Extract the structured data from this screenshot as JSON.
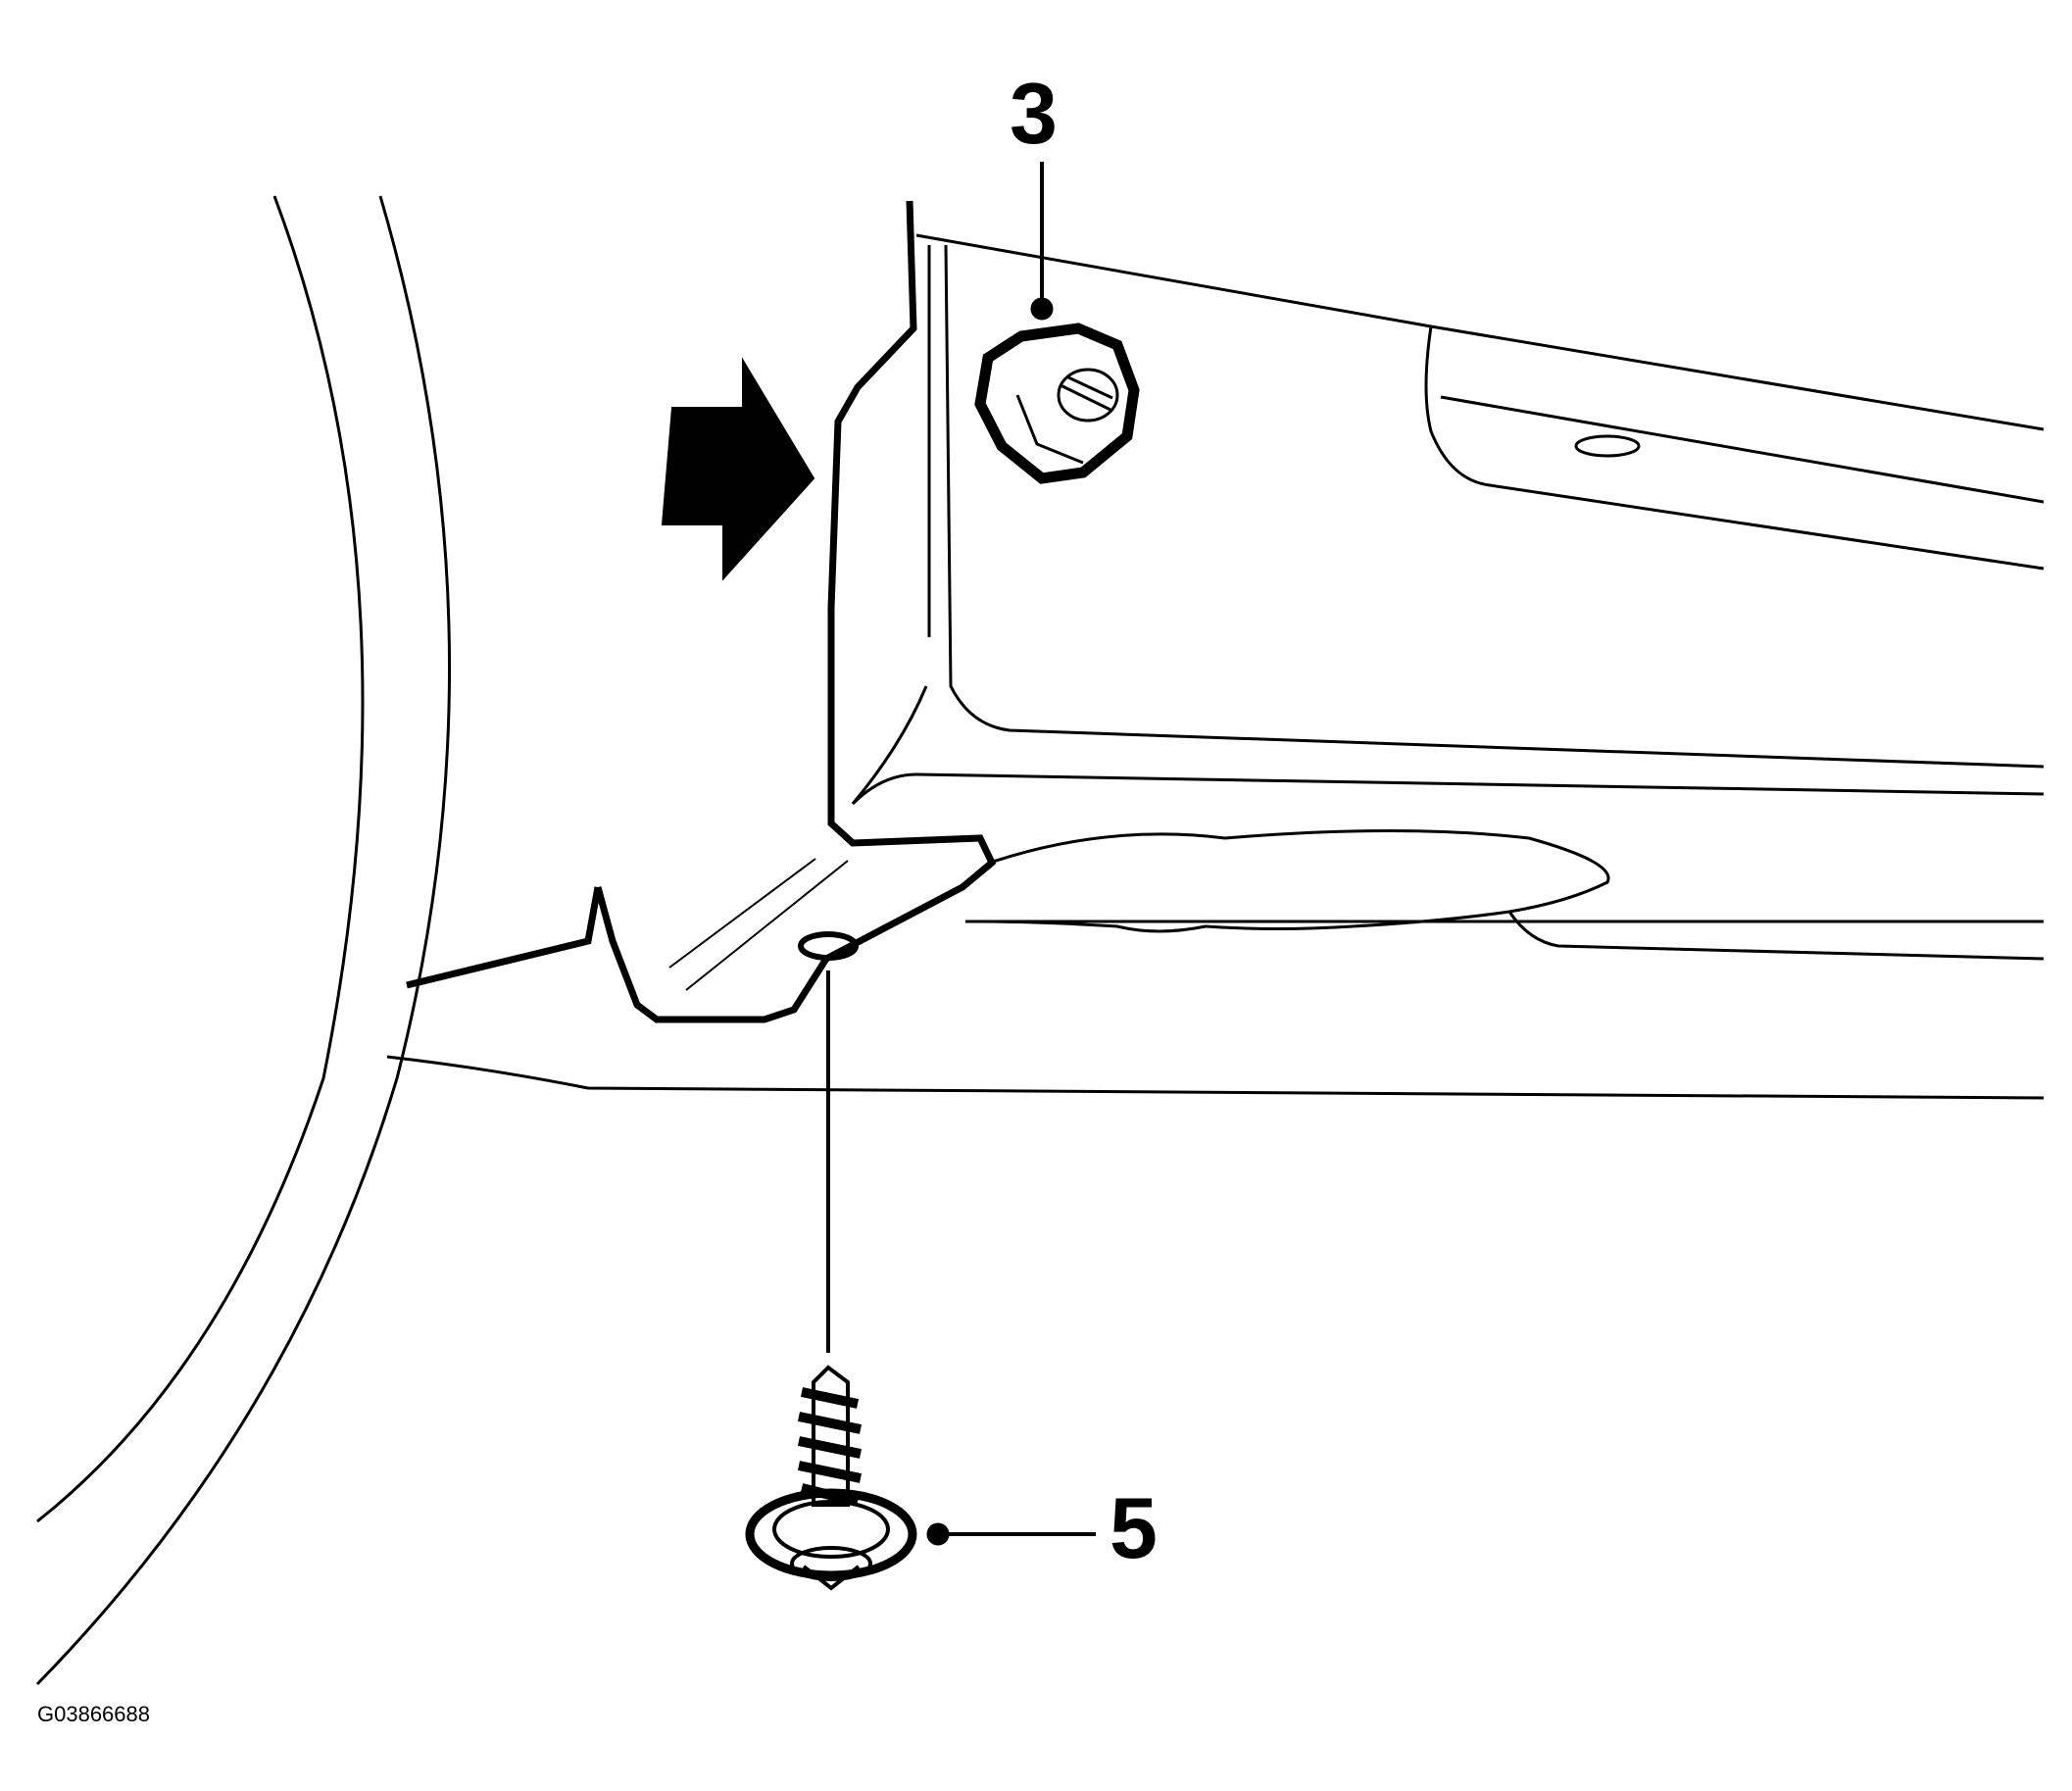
{
  "callouts": {
    "nut_label": "3",
    "screw_label": "5"
  },
  "figure_id": "G03866688",
  "colors": {
    "line": "#000000",
    "background": "#ffffff"
  },
  "icons": {
    "direction_arrow": "direction-arrow-icon",
    "nut": "hex-nut-icon",
    "screw": "screw-icon"
  }
}
